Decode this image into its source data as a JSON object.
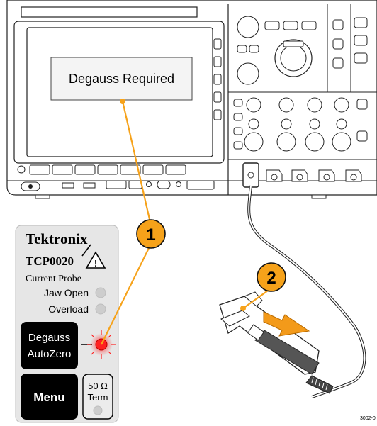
{
  "scope": {
    "screen_message": "Degauss Required"
  },
  "probe": {
    "brand": "Tektronix",
    "model": "TCP0020",
    "type": "Current Probe",
    "indicator_jaw_open": "Jaw Open",
    "indicator_overload": "Overload",
    "degauss_button_line1": "Degauss",
    "degauss_button_line2": "AutoZero",
    "menu_button": "Menu",
    "term_button_line1": "50 Ω",
    "term_button_line2": "Term"
  },
  "callouts": {
    "callout_1": "1",
    "callout_2": "2"
  },
  "figure_id": "3002-0",
  "colors": {
    "callout_fill": "#f6a21a",
    "leader_line": "#f6a21a",
    "led_red": "#ff2020",
    "arrow_orange": "#f39a1a"
  },
  "icons": {
    "warning": "warning-triangle-icon",
    "arrow": "insert-arrow-icon"
  }
}
